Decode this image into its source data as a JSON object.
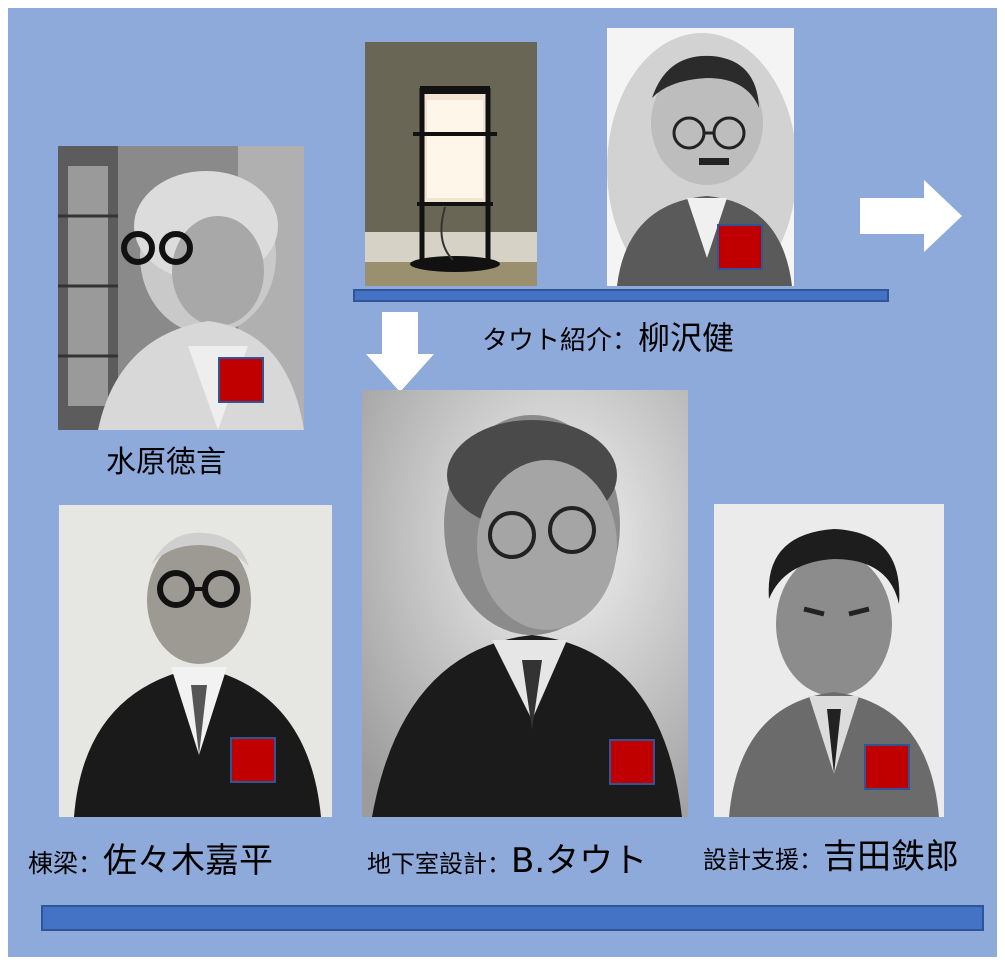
{
  "labels": {
    "mizuhara": "水原徳言",
    "taut_intro_role": "タウト紹介：",
    "taut_intro_name": "柳沢健",
    "munehari_role": "棟梁：",
    "munehari_name": "佐々木嘉平",
    "basement_role": "地下室設計：",
    "basement_name": "B.タウト",
    "support_role": "設計支援：",
    "support_name": "吉田鉄郎"
  },
  "colors": {
    "background_panel": "#8eaadb",
    "bar": "#4472c4",
    "bar_border": "#2f5597",
    "marker": "#c00000",
    "arrow": "#ffffff"
  },
  "icons": {
    "right_arrow": "arrow-right-icon",
    "down_arrow": "arrow-down-icon"
  }
}
